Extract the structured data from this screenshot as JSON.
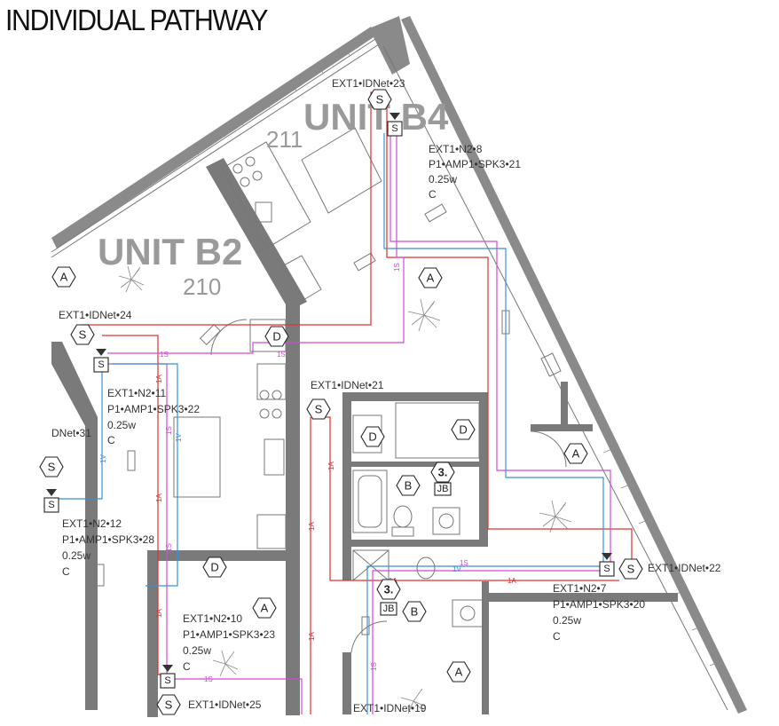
{
  "title": "INDIVIDUAL PATHWAY",
  "units": [
    {
      "name": "UNIT B4",
      "number": "211"
    },
    {
      "name": "UNIT B2",
      "number": "210"
    }
  ],
  "devices": [
    {
      "id": "ext1-idnet-23",
      "label": "EXT1•IDNet•23"
    },
    {
      "id": "ext1-idnet-24",
      "label": "EXT1•IDNet•24"
    },
    {
      "id": "ext1-idnet-21",
      "label": "EXT1•IDNet•21"
    },
    {
      "id": "ext1-idnet-22",
      "label": "EXT1•IDNet•22"
    },
    {
      "id": "ext1-idnet-25",
      "label": "EXT1•IDNet•25"
    },
    {
      "id": "ext1-idnet-19",
      "label": "EXT1•IDNet•19"
    },
    {
      "id": "idnet-31",
      "label": "DNet•31"
    }
  ],
  "speakers": [
    {
      "id": "n2-8",
      "lines": [
        "EXT1•N2•8",
        "P1•AMP1•SPK3•21",
        "0.25w",
        "C"
      ]
    },
    {
      "id": "n2-11",
      "lines": [
        "EXT1•N2•11",
        "P1•AMP1•SPK3•22",
        "0.25w",
        "C"
      ]
    },
    {
      "id": "n2-12",
      "lines": [
        "EXT1•N2•12",
        "P1•AMP1•SPK3•28",
        "0.25w",
        "C"
      ]
    },
    {
      "id": "n2-10",
      "lines": [
        "EXT1•N2•10",
        "P1•AMP1•SPK3•23",
        "0.25w",
        "C"
      ]
    },
    {
      "id": "n2-7",
      "lines": [
        "EXT1•N2•7",
        "P1•AMP1•SPK3•20",
        "0.25w",
        "C"
      ]
    }
  ],
  "symbols": {
    "smoke": "S",
    "duct": "D",
    "area": "A",
    "bath": "B",
    "junction_top": "3.",
    "junction_bottom": "JB"
  },
  "circuits": {
    "red": "1A",
    "magenta": "1S",
    "blue": "1V"
  },
  "colors": {
    "red_circuit": "#e0302f",
    "magenta_circuit": "#d24bd6",
    "blue_circuit": "#3b8fd8",
    "walls": "#7a7a7a"
  }
}
